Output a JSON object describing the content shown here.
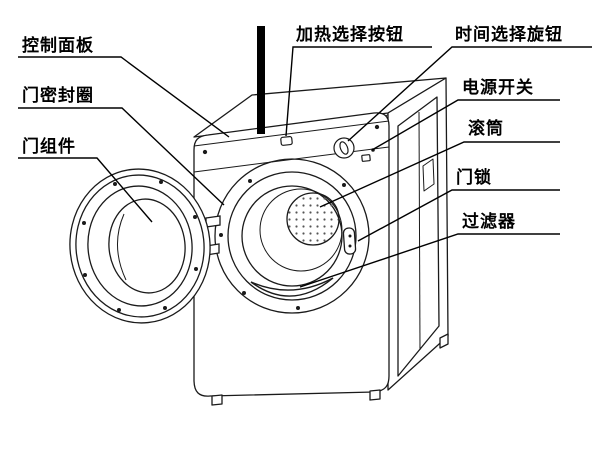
{
  "page": {
    "background": "#ffffff",
    "line_color": "#1a1a1a",
    "leader_color": "#000000"
  },
  "diagram": {
    "labels": [
      {
        "id": "control-panel",
        "text": "控制面板"
      },
      {
        "id": "door-seal-ring",
        "text": "门密封圈"
      },
      {
        "id": "door-assembly",
        "text": "门组件"
      },
      {
        "id": "heat-select-button",
        "text": "加热选择按钮"
      },
      {
        "id": "time-select-knob",
        "text": "时间选择旋钮"
      },
      {
        "id": "power-switch",
        "text": "电源开关"
      },
      {
        "id": "drum",
        "text": "滚筒"
      },
      {
        "id": "door-lock",
        "text": "门锁"
      },
      {
        "id": "filter",
        "text": "过滤器"
      }
    ]
  }
}
